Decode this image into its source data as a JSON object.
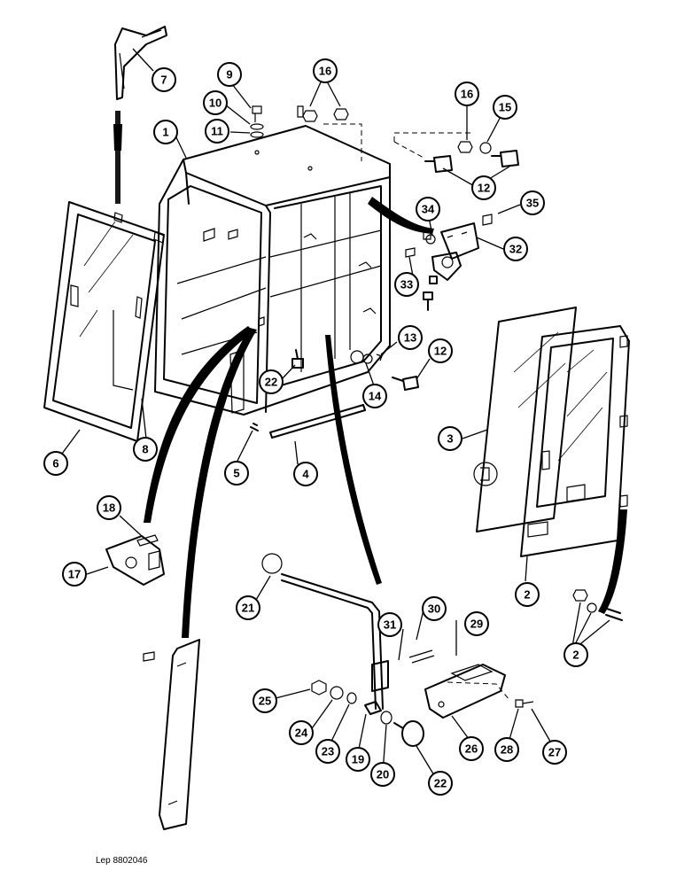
{
  "reference": "Lep 8802046",
  "callouts": {
    "c1": "1",
    "c2a": "2",
    "c2b": "2",
    "c3": "3",
    "c4": "4",
    "c5": "5",
    "c6": "6",
    "c7": "7",
    "c8": "8",
    "c9": "9",
    "c10": "10",
    "c11": "11",
    "c12a": "12",
    "c12b": "12",
    "c13": "13",
    "c14": "14",
    "c15": "15",
    "c16a": "16",
    "c16b": "16",
    "c17": "17",
    "c18": "18",
    "c19": "19",
    "c20": "20",
    "c21": "21",
    "c22a": "22",
    "c22b": "22",
    "c23": "23",
    "c24": "24",
    "c25": "25",
    "c26": "26",
    "c27": "27",
    "c28": "28",
    "c29": "29",
    "c30": "30",
    "c31": "31",
    "c32": "32",
    "c33": "33",
    "c34": "34",
    "c35": "35"
  }
}
